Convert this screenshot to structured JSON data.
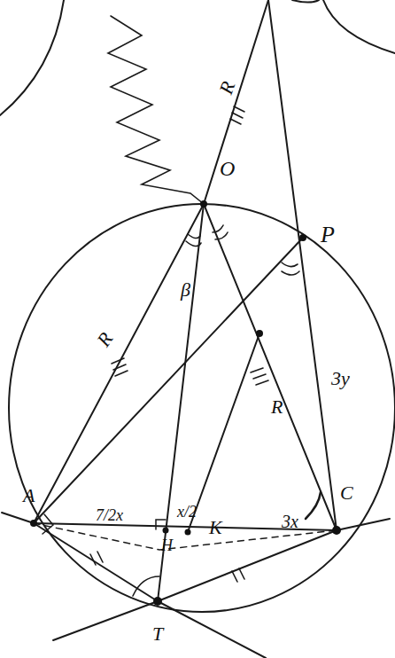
{
  "diagram": {
    "labels": [
      "R",
      "O",
      "P",
      "R",
      "β",
      "R",
      "3y",
      "A",
      "C",
      "7/2x",
      "x/2",
      "K",
      "3x",
      "H",
      "T"
    ]
  }
}
